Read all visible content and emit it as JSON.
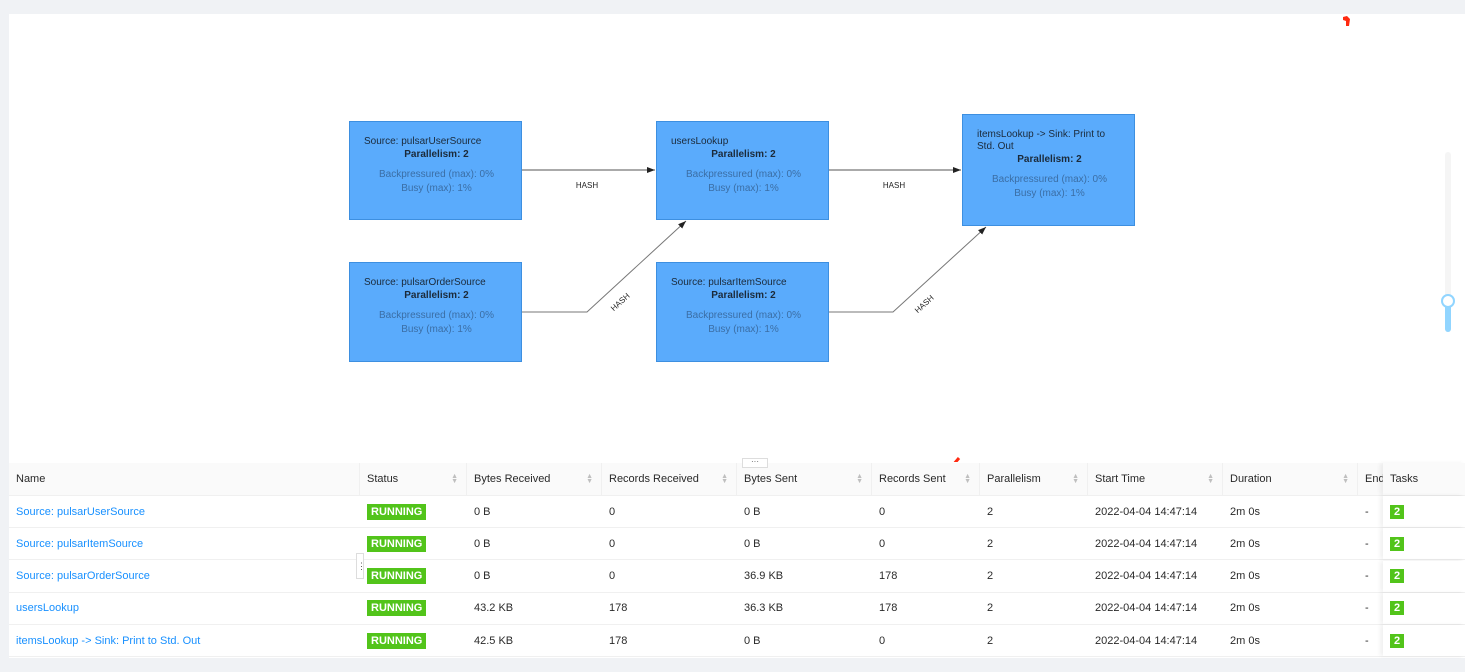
{
  "graph": {
    "nodes": [
      {
        "name": "Source: pulsarUserSource",
        "parallelism": "Parallelism: 2",
        "backpressured": "Backpressured (max): 0%",
        "busy": "Busy (max): 1%"
      },
      {
        "name": "usersLookup",
        "parallelism": "Parallelism: 2",
        "backpressured": "Backpressured (max): 0%",
        "busy": "Busy (max): 1%"
      },
      {
        "name": "itemsLookup -> Sink: Print to Std. Out",
        "parallelism": "Parallelism: 2",
        "backpressured": "Backpressured (max): 0%",
        "busy": "Busy (max): 1%"
      },
      {
        "name": "Source: pulsarOrderSource",
        "parallelism": "Parallelism: 2",
        "backpressured": "Backpressured (max): 0%",
        "busy": "Busy (max): 1%"
      },
      {
        "name": "Source: pulsarItemSource",
        "parallelism": "Parallelism: 2",
        "backpressured": "Backpressured (max): 0%",
        "busy": "Busy (max): 1%"
      }
    ],
    "edges": [
      {
        "from": "Source: pulsarUserSource",
        "to": "usersLookup",
        "label": "HASH"
      },
      {
        "from": "usersLookup",
        "to": "itemsLookup -> Sink: Print to Std. Out",
        "label": "HASH"
      },
      {
        "from": "Source: pulsarOrderSource",
        "to": "usersLookup",
        "label": "HASH"
      },
      {
        "from": "Source: pulsarItemSource",
        "to": "itemsLookup -> Sink: Print to Std. Out",
        "label": "HASH"
      }
    ],
    "zoom_level_fraction": 0.17,
    "node_color": "#5aabfc"
  },
  "table": {
    "columns": [
      "Name",
      "Status",
      "Bytes Received",
      "Records Received",
      "Bytes Sent",
      "Records Sent",
      "Parallelism",
      "Start Time",
      "Duration",
      "End Time",
      "Tasks"
    ],
    "rows": [
      {
        "name": "Source: pulsarUserSource",
        "status": "RUNNING",
        "bytes_received": "0 B",
        "records_received": "0",
        "bytes_sent": "0 B",
        "records_sent": "0",
        "parallelism": "2",
        "start_time": "2022-04-04 14:47:14",
        "duration": "2m 0s",
        "end_time": "-",
        "tasks": "2"
      },
      {
        "name": "Source: pulsarItemSource",
        "status": "RUNNING",
        "bytes_received": "0 B",
        "records_received": "0",
        "bytes_sent": "0 B",
        "records_sent": "0",
        "parallelism": "2",
        "start_time": "2022-04-04 14:47:14",
        "duration": "2m 0s",
        "end_time": "-",
        "tasks": "2"
      },
      {
        "name": "Source: pulsarOrderSource",
        "status": "RUNNING",
        "bytes_received": "0 B",
        "records_received": "0",
        "bytes_sent": "36.9 KB",
        "records_sent": "178",
        "parallelism": "2",
        "start_time": "2022-04-04 14:47:14",
        "duration": "2m 0s",
        "end_time": "-",
        "tasks": "2"
      },
      {
        "name": "usersLookup",
        "status": "RUNNING",
        "bytes_received": "43.2 KB",
        "records_received": "178",
        "bytes_sent": "36.3 KB",
        "records_sent": "178",
        "parallelism": "2",
        "start_time": "2022-04-04 14:47:14",
        "duration": "2m 0s",
        "end_time": "-",
        "tasks": "2"
      },
      {
        "name": "itemsLookup -> Sink: Print to Std. Out",
        "status": "RUNNING",
        "bytes_received": "42.5 KB",
        "records_received": "178",
        "bytes_sent": "0 B",
        "records_sent": "0",
        "parallelism": "2",
        "start_time": "2022-04-04 14:47:14",
        "duration": "2m 0s",
        "end_time": "-",
        "tasks": "2"
      }
    ],
    "status_color": "#52c41a",
    "link_color": "#1890ff"
  },
  "annotation": {
    "arrow_color": "#ff2a10",
    "arrow_target": "Records Sent"
  }
}
